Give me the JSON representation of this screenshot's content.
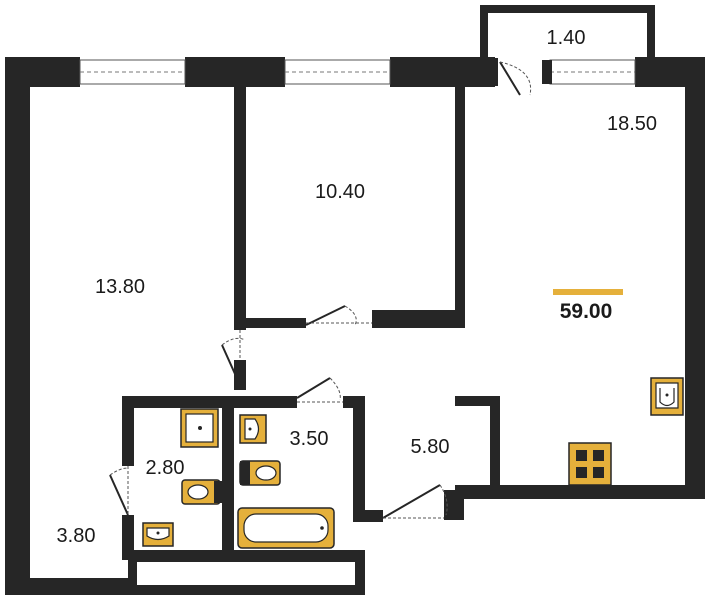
{
  "plan": {
    "total_area": "59.00",
    "accent_color": "#e5b03b",
    "wall_color": "#262626",
    "rooms": {
      "balcony": "1.40",
      "living": "18.50",
      "bedroom_small": "10.40",
      "bedroom_large": "13.80",
      "bathroom": "3.50",
      "toilet": "2.80",
      "hall": "5.80",
      "corridor": "3.80"
    }
  }
}
